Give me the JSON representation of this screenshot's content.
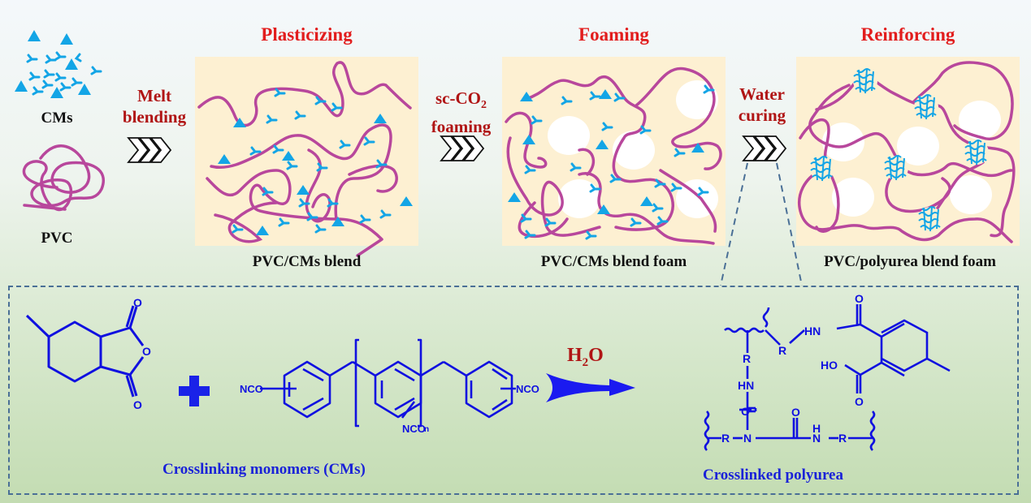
{
  "figure": {
    "inputs": {
      "cms_label": "CMs",
      "pvc_label": "PVC"
    },
    "steps": [
      {
        "line1": "Melt",
        "line2": "blending"
      },
      {
        "line1": "sc-CO",
        "line1_sub": "2",
        "line2": "foaming"
      },
      {
        "line1": "Water",
        "line2": "curing"
      }
    ],
    "stages": [
      {
        "title": "Plasticizing",
        "caption": "PVC/CMs blend"
      },
      {
        "title": "Foaming",
        "caption": "PVC/CMs blend foam"
      },
      {
        "title": "Reinforcing",
        "caption": "PVC/polyurea blend foam"
      }
    ],
    "reaction": {
      "reagent_plus": "+",
      "condition": "H",
      "condition_sub": "2",
      "condition_tail": "O",
      "reactants_caption": "Crosslinking monomers (CMs)",
      "product_caption": "Crosslinked polyurea",
      "atom_labels": {
        "oxygen": "O",
        "isocyanate": "NCO",
        "repeat_n": "n",
        "r_group": "R",
        "amine_hn": "HN",
        "nitrogen": "N",
        "hydrogen": "H",
        "hydroxyl": "HO"
      }
    },
    "colors": {
      "stage_title": "#e21d1d",
      "step_label": "#b01414",
      "pvc_chain": "#b8479c",
      "cm_particle": "#13a5e6",
      "panel_bg": "#fdf0d2",
      "chemistry": "#1010e0",
      "dashed_box": "#4a6f96"
    }
  }
}
